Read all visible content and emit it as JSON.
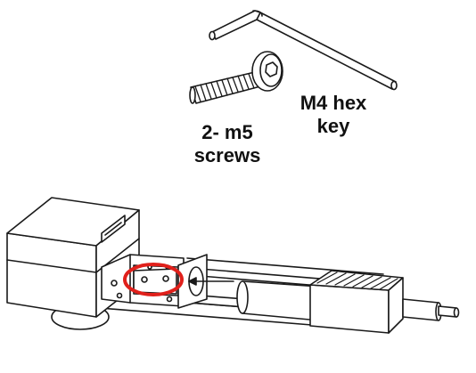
{
  "labels": {
    "screws": {
      "line1": "2- m5",
      "line2": "screws"
    },
    "hex_key": {
      "line1": "M4 hex",
      "line2": "key"
    }
  },
  "colors": {
    "outline": "#1a1a1a",
    "highlight_circle": "#e0201b",
    "background": "#ffffff"
  },
  "icons": {
    "hex_key": "l-shaped-hex-key",
    "screw": "button-head-hex-screw",
    "assembly": "laser-module-on-rail"
  }
}
